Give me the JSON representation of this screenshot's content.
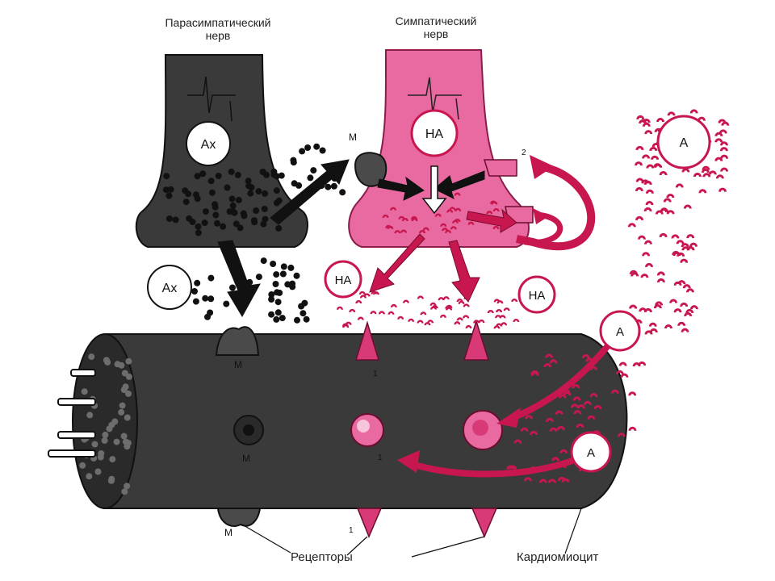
{
  "colors": {
    "dark_fill": "#3a3a3a",
    "pink_fill": "#e86aa0",
    "crimson": "#c8174f",
    "receptor": "#d83a78",
    "white": "#ffffff"
  },
  "labels": {
    "parasympathetic_title": "Парасимпатический\nнерв",
    "sympathetic_title": "Симпатический\nнерв",
    "ach_circle_1": "Ax",
    "ach_circle_2": "Ax",
    "na_circle_1": "HA",
    "na_circle_2": "HA",
    "na_circle_3": "HA",
    "a_circle_1": "A",
    "a_circle_2": "A",
    "a_circle_3": "A",
    "m_top": "M",
    "m_surface": "M",
    "m_middle": "M",
    "m_bottom": "M",
    "num_1_top": "1",
    "num_1_middle": "1",
    "num_1_bottom": "1",
    "num_2": "2",
    "receptors": "Рецепторы",
    "cardiomyocyte": "Кардиомиоцит"
  },
  "icons": {
    "action_potential": "spike-trace-icon",
    "sub_ach": "X",
    "sub_na": "A"
  }
}
